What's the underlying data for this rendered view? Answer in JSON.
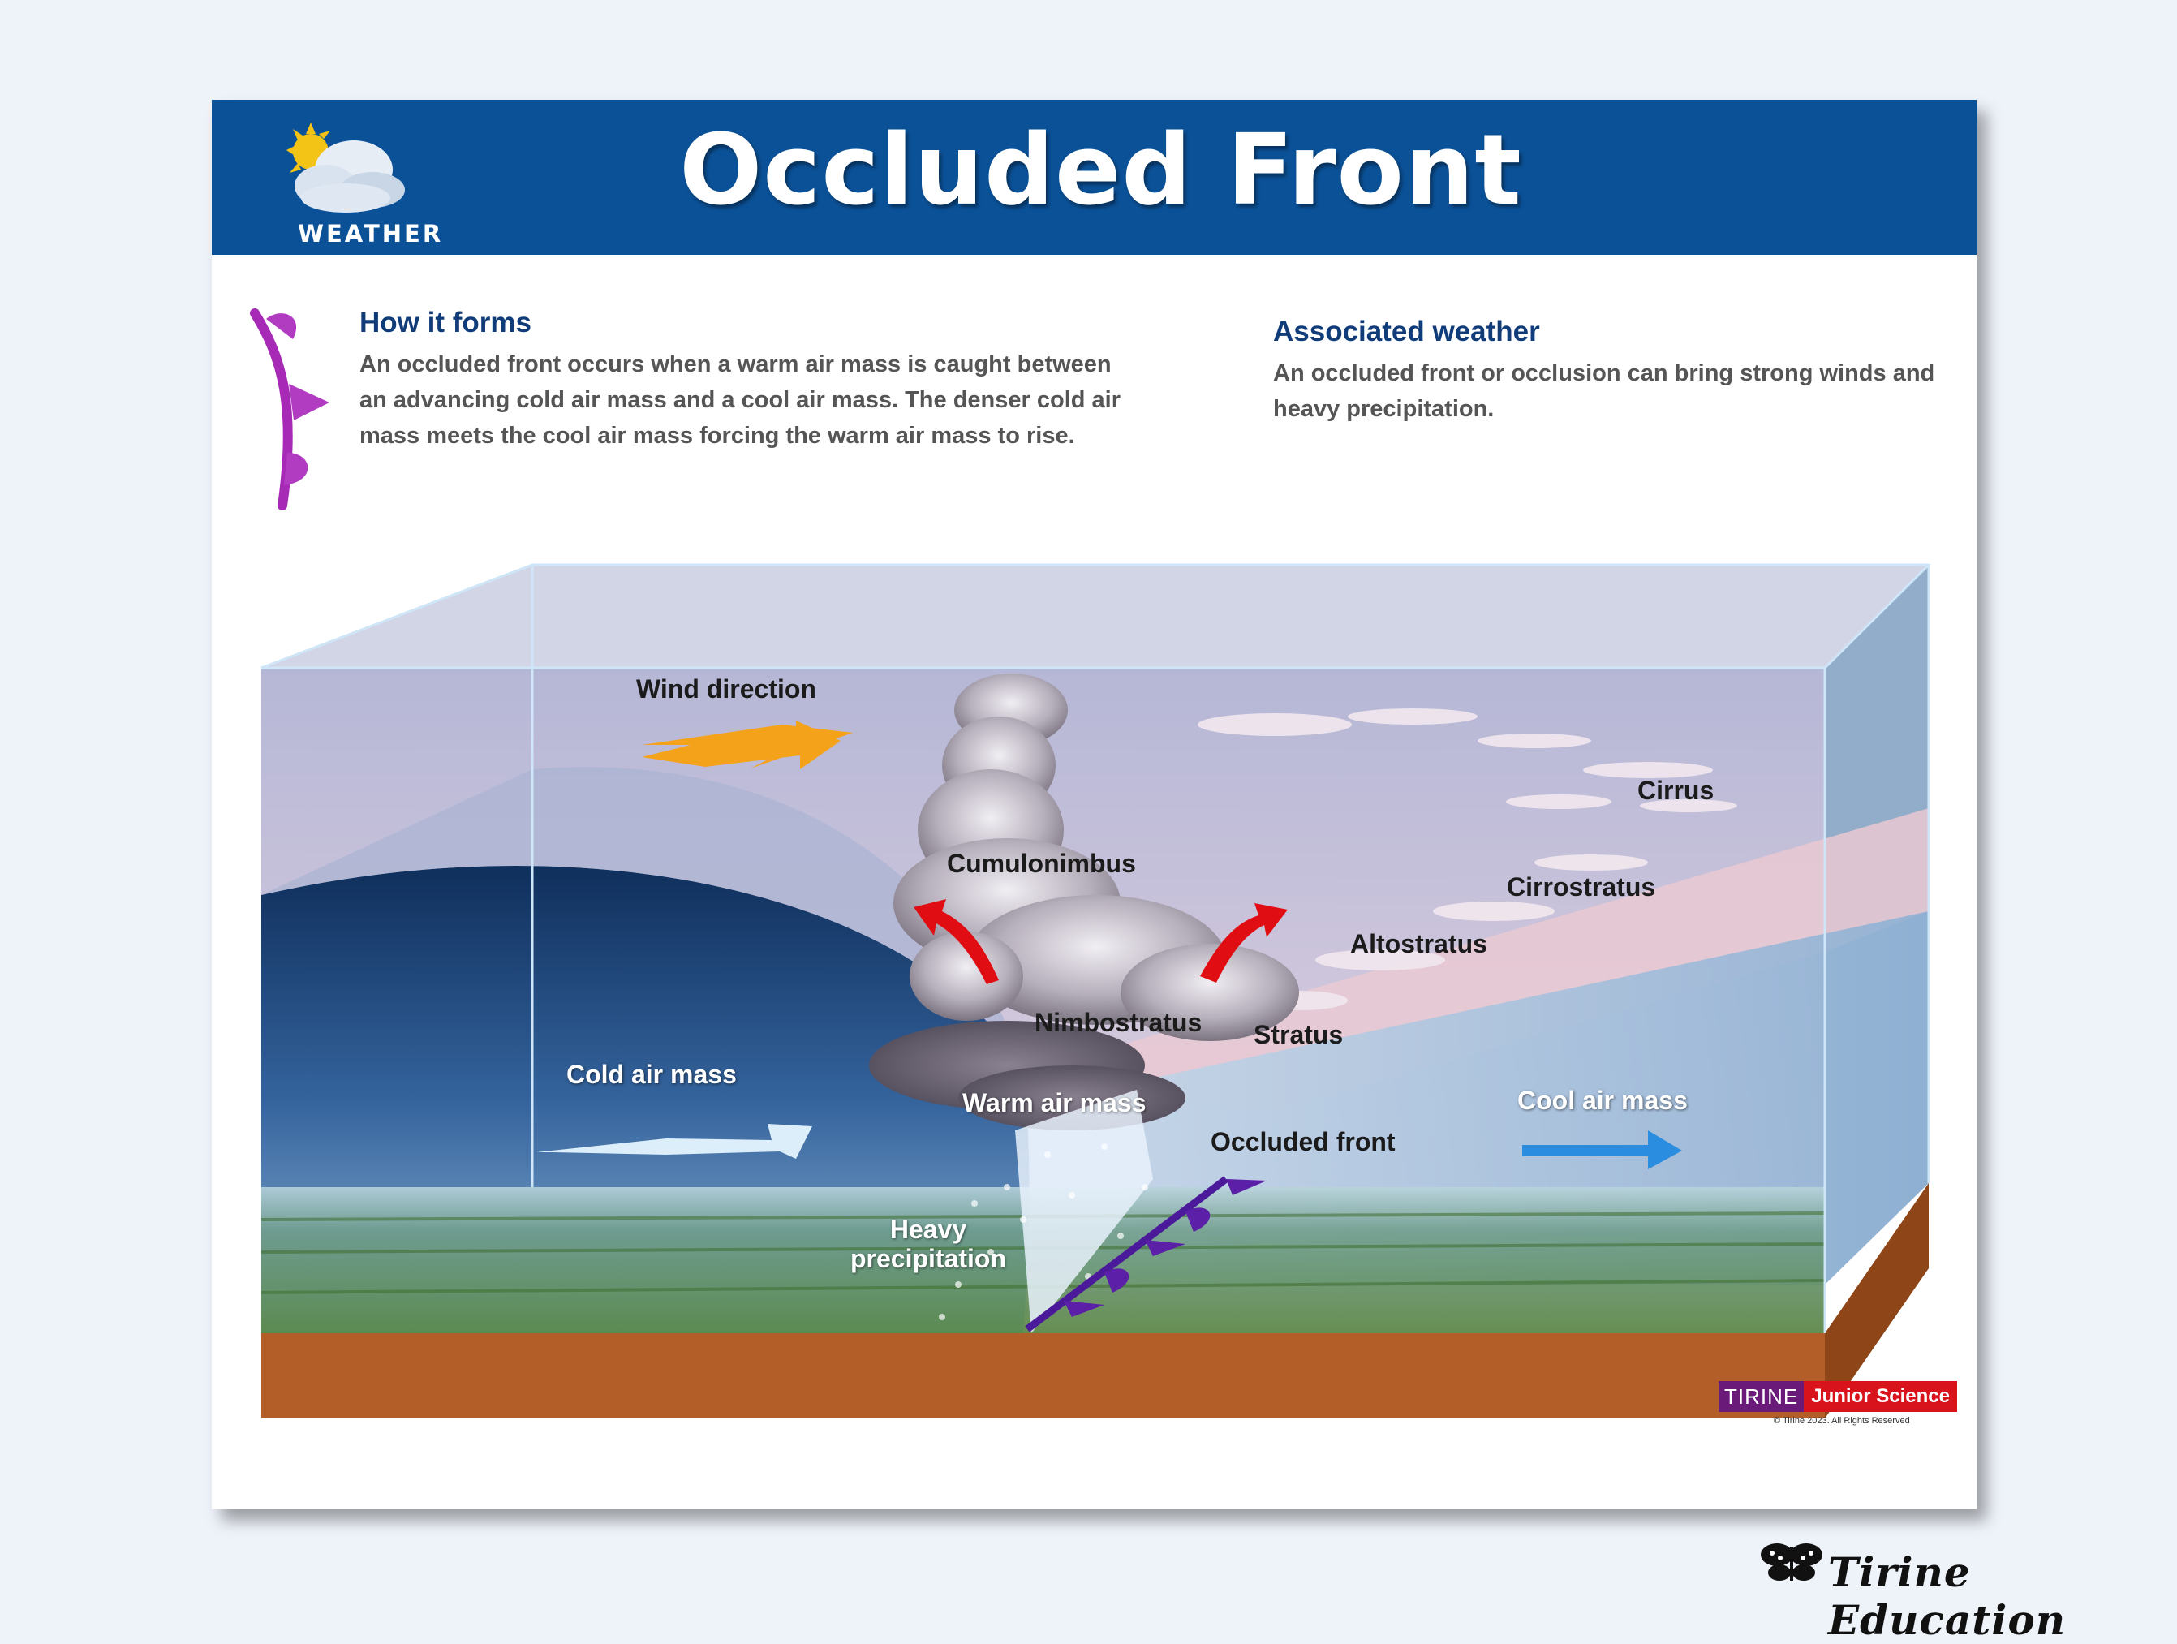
{
  "header": {
    "title": "Occluded Front",
    "logo_label": "WEATHER"
  },
  "how_it_forms": {
    "heading": "How it forms",
    "lines": [
      "An occluded front occurs when a warm air mass is caught between",
      "an advancing cold air mass and a cool air mass. The denser cold air",
      "mass meets the cool air mass forcing the warm air mass to rise."
    ]
  },
  "associated_weather": {
    "heading": "Associated weather",
    "lines": [
      "An occluded front or occlusion can bring strong winds and",
      "heavy precipitation."
    ]
  },
  "diagram": {
    "labels": {
      "wind_direction": "Wind direction",
      "cirrus": "Cirrus",
      "cumulonimbus": "Cumulonimbus",
      "cirrostratus": "Cirrostratus",
      "altostratus": "Altostratus",
      "nimbostratus": "Nimbostratus",
      "stratus": "Stratus",
      "cold_air_mass": "Cold air mass",
      "warm_air_mass": "Warm air mass",
      "occluded_front": "Occluded front",
      "cool_air_mass": "Cool air mass",
      "heavy": "Heavy",
      "precipitation": "precipitation"
    },
    "colors": {
      "cold_air": "#163f73",
      "cool_air": "#8fb1d6",
      "sky": "#c7c2da",
      "ground": "#b35e28",
      "front_symbol": "#5b1fa8",
      "warm_arrow": "#e00d12",
      "wind_arrow": "#f5a21b",
      "cool_arrow": "#2b8de0"
    }
  },
  "branding": {
    "brand_left": "TIRINE",
    "brand_right": "Junior Science",
    "copyright": "© Tirine 2023. All Rights Reserved",
    "footer": "Tirine Education"
  },
  "icons": [
    "weather-logo-icon",
    "occluded-front-symbol-icon",
    "butterfly-icon"
  ]
}
